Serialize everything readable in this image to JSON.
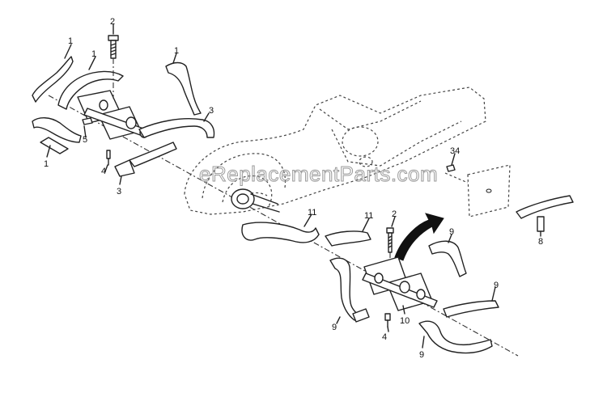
{
  "watermark": "eReplacementParts.com",
  "callouts": {
    "c1a": "1",
    "c1b": "1",
    "c1c": "1",
    "c1d": "1",
    "c2a": "2",
    "c2b": "2",
    "c3a": "3",
    "c3b": "3",
    "c4a": "4",
    "c4b": "4",
    "c5": "5",
    "c8": "8",
    "c9a": "9",
    "c9b": "9",
    "c9c": "9",
    "c9d": "9",
    "c10": "10",
    "c11a": "11",
    "c11b": "11",
    "c34": "34"
  },
  "colors": {
    "line": "#222222",
    "watermark": "#9a9a9a",
    "arrow": "#111111"
  }
}
